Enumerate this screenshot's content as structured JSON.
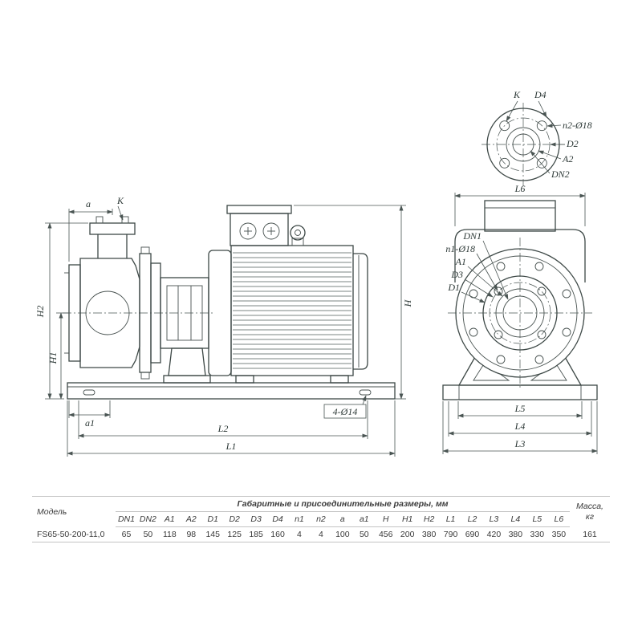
{
  "drawing": {
    "side": {
      "labels": {
        "a": "a",
        "K": "K",
        "H2": "H2",
        "H1": "H1",
        "H": "H",
        "a1": "a1",
        "L2": "L2",
        "L1": "L1",
        "holes": "4-Ø14"
      }
    },
    "flange": {
      "labels": {
        "K": "K",
        "D4": "D4",
        "n2": "n2-Ø18",
        "D2": "D2",
        "A2": "A2",
        "DN2": "DN2"
      }
    },
    "front": {
      "labels": {
        "L6": "L6",
        "DN1": "DN1",
        "n1": "n1-Ø18",
        "A1": "A1",
        "D3": "D3",
        "D1": "D1",
        "L5": "L5",
        "L4": "L4",
        "L3": "L3"
      }
    }
  },
  "table": {
    "title": "Габаритные и присоединительные размеры, мм",
    "model_header": "Модель",
    "mass_header_line1": "Масса,",
    "mass_header_line2": "кг",
    "columns": [
      "DN1",
      "DN2",
      "A1",
      "A2",
      "D1",
      "D2",
      "D3",
      "D4",
      "n1",
      "n2",
      "a",
      "a1",
      "H",
      "H1",
      "H2",
      "L1",
      "L2",
      "L3",
      "L4",
      "L5",
      "L6"
    ],
    "row": {
      "model": "FS65-50-200-11,0",
      "values": [
        "65",
        "50",
        "118",
        "98",
        "145",
        "125",
        "185",
        "160",
        "4",
        "4",
        "100",
        "50",
        "456",
        "200",
        "380",
        "790",
        "690",
        "420",
        "380",
        "330",
        "350"
      ],
      "mass": "161"
    }
  }
}
